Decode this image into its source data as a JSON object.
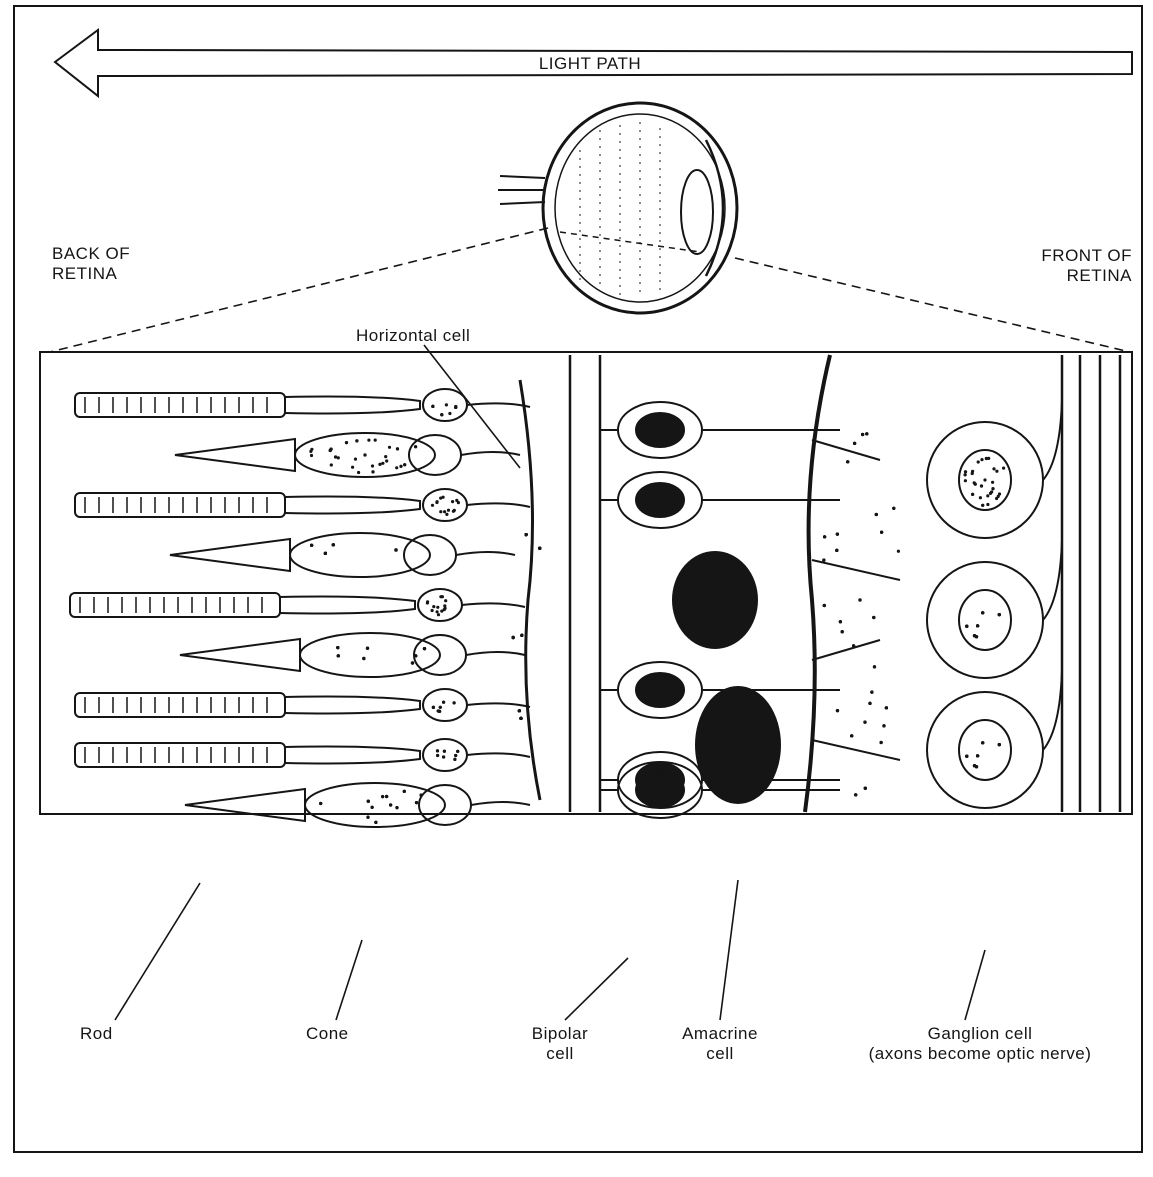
{
  "figure": {
    "light_path_label": "LIGHT PATH",
    "back_of_retina": {
      "line1": "BACK OF",
      "line2": "RETINA"
    },
    "front_of_retina": {
      "line1": "FRONT OF",
      "line2": "RETINA"
    },
    "labels": {
      "horizontal_cell": "Horizontal cell",
      "rod": "Rod",
      "cone": "Cone",
      "bipolar_line1": "Bipolar",
      "bipolar_line2": "cell",
      "amacrine_line1": "Amacrine",
      "amacrine_line2": "cell",
      "ganglion_line1": "Ganglion cell",
      "ganglion_line2": "(axons become optic nerve)"
    },
    "colors": {
      "ink": "#151515",
      "paper": "#ffffff"
    }
  }
}
